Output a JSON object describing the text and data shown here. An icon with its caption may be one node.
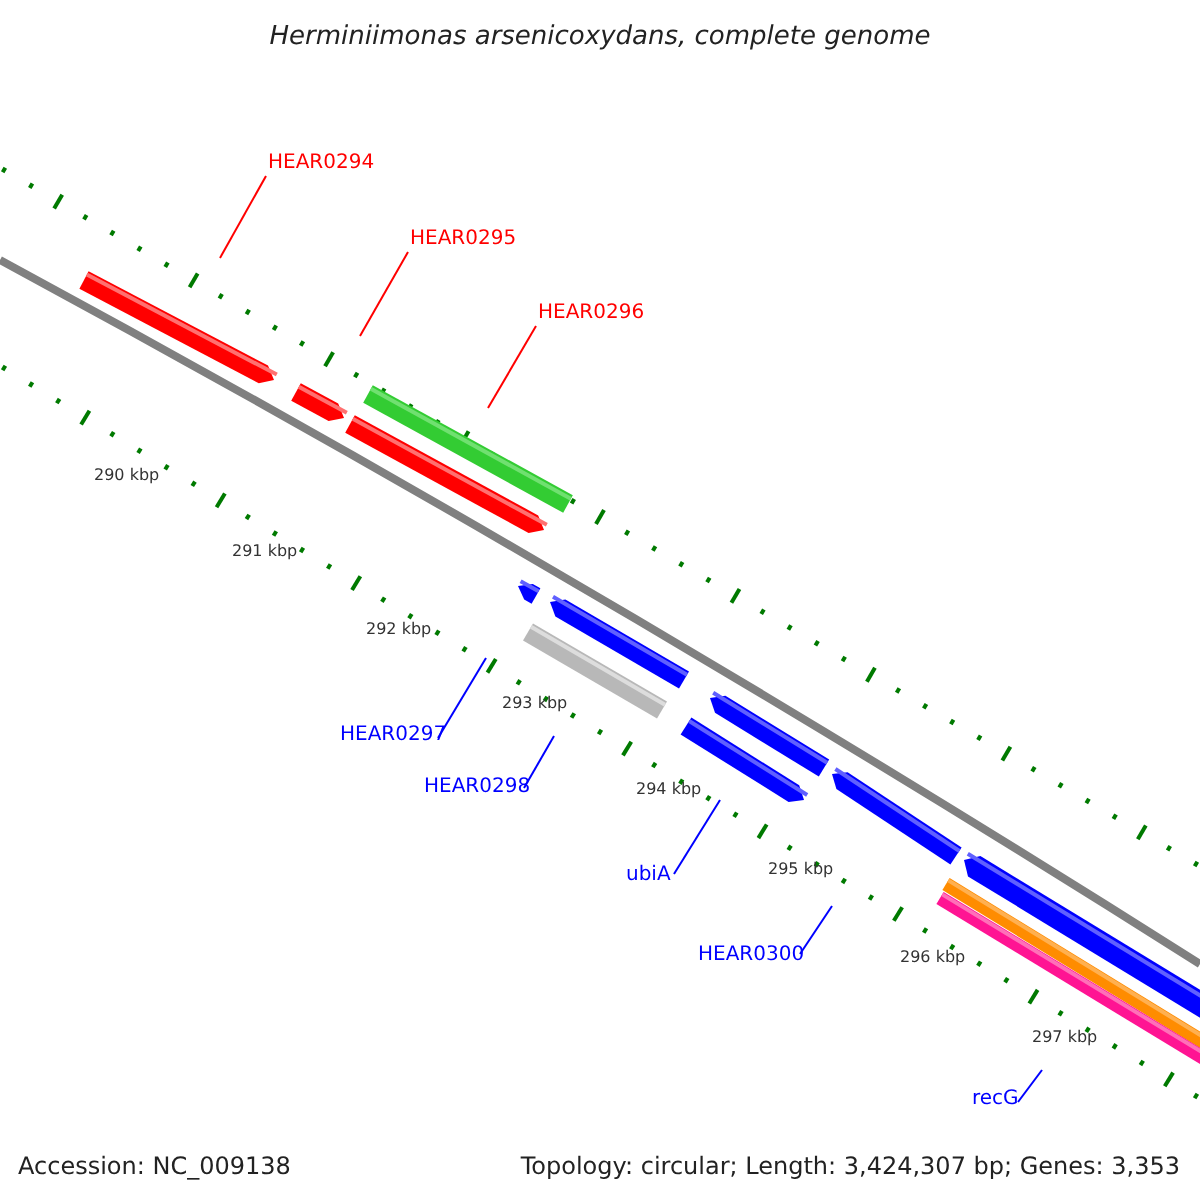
{
  "diagram": {
    "title": "Herminiimonas arsenicoxydans, complete genome",
    "nodes": [
      {
        "text": [
          "HEAR0294"
        ]
      },
      {
        "text": [
          "HEAR0295"
        ]
      },
      {
        "text": [
          "HEAR0296"
        ]
      },
      {
        "text": [
          "HEAR0297"
        ]
      },
      {
        "text": [
          "HEAR0298"
        ]
      },
      {
        "text": [
          "ubiA"
        ]
      },
      {
        "text": [
          "HEAR0300"
        ]
      },
      {
        "text": [
          "recG"
        ]
      }
    ],
    "edges": [
      {
        "from": 0,
        "to": null,
        "arrow": "none",
        "color": "#ff0000"
      },
      {
        "from": 1,
        "to": null,
        "arrow": "none",
        "color": "#ff0000"
      },
      {
        "from": 2,
        "to": null,
        "arrow": "none",
        "color": "#ff0000"
      },
      {
        "from": 3,
        "to": null,
        "arrow": "none"
      },
      {
        "from": 4,
        "to": null,
        "arrow": "none"
      },
      {
        "from": 5,
        "to": null,
        "arrow": "none"
      },
      {
        "from": 6,
        "to": null,
        "arrow": "none"
      },
      {
        "from": 7,
        "to": null,
        "arrow": "none"
      }
    ],
    "labels": [
      "290 kbp",
      "291 kbp",
      "292 kbp",
      "293 kbp",
      "294 kbp",
      "295 kbp",
      "296 kbp",
      "297 kbp",
      "Accession: NC_009138",
      "Topology: circular; Length: 3,424,307 bp; Genes: 3,353"
    ]
  }
}
